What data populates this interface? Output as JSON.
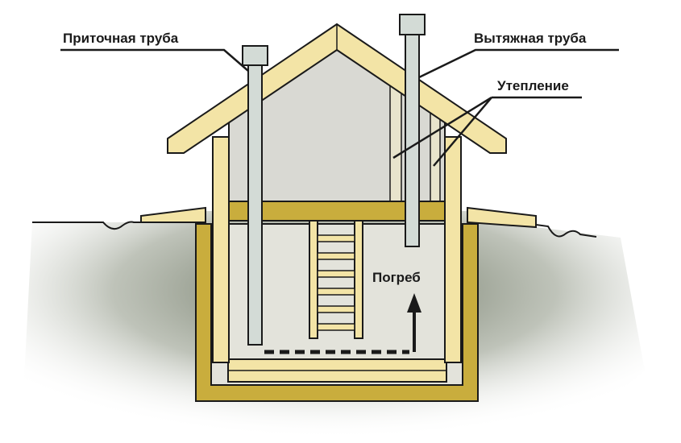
{
  "labels": {
    "supply_pipe": "Приточная труба",
    "exhaust_pipe": "Вытяжная труба",
    "insulation": "Утепление",
    "cellar": "Погреб"
  },
  "colors": {
    "wood": "#f3e4a6",
    "wood_dark": "#b99d2c",
    "floor_beam": "#c9ad3d",
    "wall_interior": "#d9d9d3",
    "cellar_interior": "#e3e3db",
    "pipe": "#d3dbd6",
    "ground_shadow": "#5a6450",
    "outline": "#1a1a1a"
  }
}
